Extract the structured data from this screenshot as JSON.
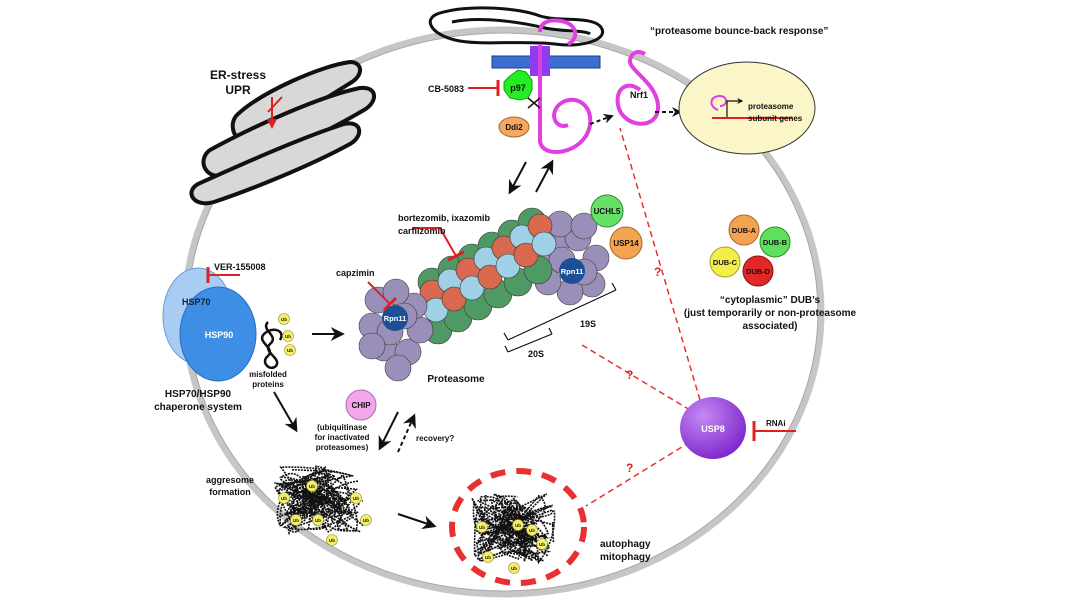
{
  "labels": {
    "bounce_back": "“proteasome bounce-back response”",
    "er_stress": "ER-stress",
    "upr": "UPR",
    "cb5083": "CB-5083",
    "p97": "p97",
    "ddi2": "Ddi2",
    "nrf1": "Nrf1",
    "subunit_genes_1": "proteasome",
    "subunit_genes_2": "subunit genes",
    "bortezomib": "bortezomib, ixazomib",
    "carfilzomib": "carfilzomib",
    "uchl5": "UCHL5",
    "usp14": "USP14",
    "rpn11_top": "Rpn11",
    "rpn11_left": "Rpn11",
    "capzimin": "capzimin",
    "label_19s": "19S",
    "label_20s": "20S",
    "proteasome": "Proteasome",
    "ver155008": "VER-155008",
    "hsp70": "HSP70",
    "hsp90": "HSP90",
    "misfolded_1": "misfolded",
    "misfolded_2": "proteins",
    "chaperone_1": "HSP70/HSP90",
    "chaperone_2": "chaperone system",
    "chip": "CHIP",
    "chip_desc_1": "(ubiquitinase",
    "chip_desc_2": "for inactivated",
    "chip_desc_3": "proteasomes)",
    "recovery": "recovery?",
    "dub_a": "DUB-A",
    "dub_b": "DUB-B",
    "dub_c": "DUB-C",
    "dub_d": "DUB-D",
    "cyto_dub_1": "“cytoplasmic” DUB’s",
    "cyto_dub_2": "(just temporarily or non-proteasome",
    "cyto_dub_3": "associated)",
    "q1": "?",
    "q2": "?",
    "q3": "?",
    "usp8": "USP8",
    "rnai": "RNAi",
    "aggresome_1": "aggresome",
    "aggresome_2": "formation",
    "autophagy_1": "autophagy",
    "autophagy_2": "mitophagy",
    "ub": "Ub"
  },
  "colors": {
    "cell_membrane": "#c4c4c4",
    "inhibitor": "#e02020",
    "nrf1": "#e040e0",
    "p97": "#22ee22",
    "ddi2": "#f4a860",
    "nucleus": "#fbf6c8",
    "proteasome_19s": "#9a8fb8",
    "proteasome_alpha": "#4f9a64",
    "proteasome_beta_red": "#d8694e",
    "proteasome_beta_blue": "#9fd0e6",
    "rpn11": "#1d4f96",
    "uchl5": "#66e066",
    "usp14": "#f2a450",
    "hsp70": "#a9cdf2",
    "hsp90": "#3f8ee6",
    "chip": "#f2a6ec",
    "dub_a": "#f3a250",
    "dub_b": "#5ee05e",
    "dub_c": "#f4ee4a",
    "dub_d": "#e02828",
    "usp8": "#9a2ee0",
    "ub": "#f4ee6a"
  }
}
